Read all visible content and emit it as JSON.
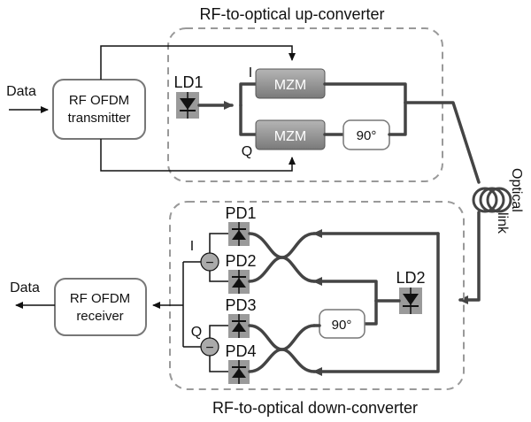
{
  "upconverter": {
    "title": "RF-to-optical up-converter",
    "transmitter_line1": "RF OFDM",
    "transmitter_line2": "transmitter",
    "data_in": "Data",
    "ld1": "LD1",
    "mzm_i": "MZM",
    "mzm_q": "MZM",
    "branch_i": "I",
    "branch_q": "Q",
    "phase": "90°"
  },
  "link": {
    "label_line1": "Optical",
    "label_line2": "link"
  },
  "downconverter": {
    "title": "RF-to-optical down-converter",
    "receiver_line1": "RF OFDM",
    "receiver_line2": "receiver",
    "data_out": "Data",
    "ld2": "LD2",
    "pd1": "PD1",
    "pd2": "PD2",
    "pd3": "PD3",
    "pd4": "PD4",
    "branch_i": "I",
    "branch_q": "Q",
    "phase": "90°",
    "subtract": "−"
  },
  "colors": {
    "mzm_fill": "#8e8e8e",
    "wire": "#444444",
    "dashed_border": "#999999",
    "diode_bg": "#9a9a9a"
  }
}
